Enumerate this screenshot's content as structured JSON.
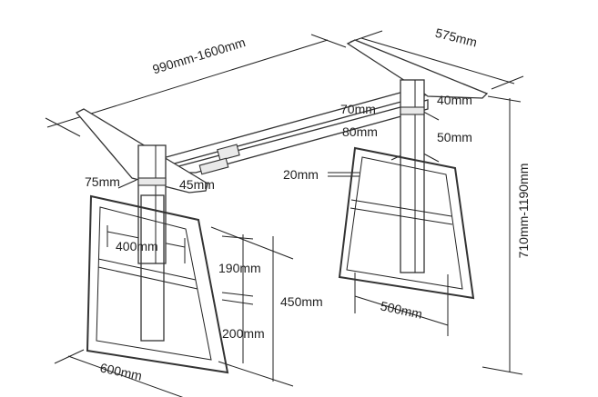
{
  "title": "Height adjustable desk frame dimensions",
  "dimensions": {
    "frame_width": "990mm-1600mm",
    "frame_depth": "575mm",
    "height_range": "710mm-1190mm",
    "upper_column_depth": "40mm",
    "upper_column_width": "70mm",
    "lower_column_width": "80mm",
    "lower_column_depth": "50mm",
    "foot_tube": "20mm",
    "left_column_width": "75mm",
    "left_column_depth": "45mm",
    "foot_inner_width": "400mm",
    "foot_upper_height": "190mm",
    "foot_total_height": "450mm",
    "foot_lower_height": "200mm",
    "foot_base_depth": "500mm",
    "foot_base_width": "600mm"
  }
}
